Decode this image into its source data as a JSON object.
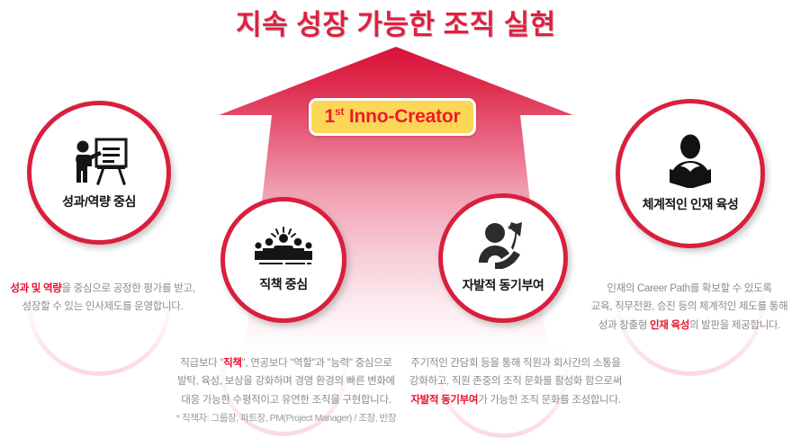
{
  "title": "지속 성장 가능한 조직 실현",
  "badge": {
    "ordinal_number": "1",
    "ordinal_suffix": "st",
    "label": "Inno-Creator",
    "background_color": "#FCD757",
    "text_color": "#ED1B2E"
  },
  "colors": {
    "brand_red": "#D91F3C",
    "title_red": "#E02040",
    "highlight_red": "#E8112D",
    "body_gray": "#8C8C8C",
    "arrow_top": "#DC1E3C",
    "arrow_bottom": "#FFFFFF",
    "badge_yellow": "#FCD757"
  },
  "arrow": {
    "name": "upward-growth-arrow",
    "direction": "up"
  },
  "nodes": [
    {
      "id": "performance",
      "caption": "성과/역량 중심",
      "icon": "presenter-whiteboard-icon"
    },
    {
      "id": "position",
      "caption": "직책 중심",
      "icon": "team-group-icon"
    },
    {
      "id": "motivation",
      "caption": "자발적 동기부여",
      "icon": "person-rising-arrow-icon"
    },
    {
      "id": "talent",
      "caption": "체계적인 인재 육성",
      "icon": "person-reading-book-icon"
    }
  ],
  "descriptions": [
    {
      "id": "performance-desc",
      "lines": [
        [
          {
            "t": "성과 및 역량",
            "hl": true
          },
          {
            "t": "을 중심으로 공정한 평가를 받고,",
            "hl": false
          }
        ],
        [
          {
            "t": "성장할 수 있는 인사제도를 운영합니다.",
            "hl": false
          }
        ]
      ],
      "note": ""
    },
    {
      "id": "position-desc",
      "lines": [
        [
          {
            "t": "직급보다 \"",
            "hl": false
          },
          {
            "t": "직책",
            "hl": true
          },
          {
            "t": "\", 연공보다 \"역할\"과 \"능력\" 중심으로",
            "hl": false
          }
        ],
        [
          {
            "t": "발탁, 육성, 보상을 강화하며 경영 환경의 빠른 변화에",
            "hl": false
          }
        ],
        [
          {
            "t": "대응 가능한 수평적이고 유연한 조직을 구현합니다.",
            "hl": false
          }
        ]
      ],
      "note": "* 직책자: 그룹장, 파트장, PM(Project Manager) / 조장, 반장"
    },
    {
      "id": "motivation-desc",
      "lines": [
        [
          {
            "t": "주기적인 간담회 등을 통해 직원과 회사간의 소통을",
            "hl": false
          }
        ],
        [
          {
            "t": "강화하고, 직원 존중의 조직 문화를 활성화 함으로써",
            "hl": false
          }
        ],
        [
          {
            "t": "자발적 동기부여",
            "hl": true
          },
          {
            "t": "가 가능한 조직 문화를 조성합니다.",
            "hl": false
          }
        ]
      ],
      "note": ""
    },
    {
      "id": "talent-desc",
      "lines": [
        [
          {
            "t": "인재의 Career Path를 확보할 수 있도록",
            "hl": false
          }
        ],
        [
          {
            "t": "교육, 직무전환, 승진 등의 체계적인 제도를 통해",
            "hl": false
          }
        ],
        [
          {
            "t": "성과 창출형 ",
            "hl": false
          },
          {
            "t": "인재 육성",
            "hl": true
          },
          {
            "t": "의 발판을 제공합니다.",
            "hl": false
          }
        ]
      ],
      "note": ""
    }
  ]
}
